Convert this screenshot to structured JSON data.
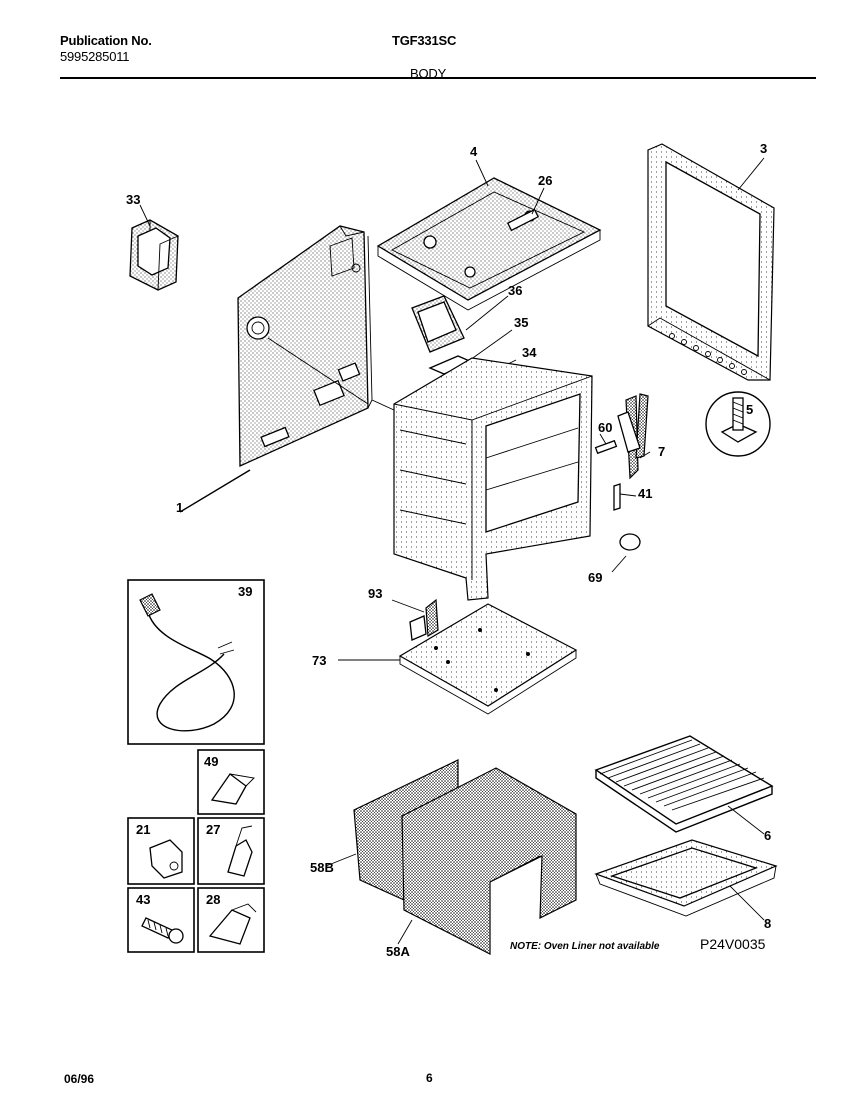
{
  "header": {
    "publication_label": "Publication No.",
    "publication_number": "5995285011",
    "model": "TGF331SC",
    "section": "BODY"
  },
  "parts": {
    "p1": "1",
    "p3": "3",
    "p4": "4",
    "p5": "5",
    "p6": "6",
    "p7": "7",
    "p8": "8",
    "p21": "21",
    "p26": "26",
    "p27": "27",
    "p28": "28",
    "p33": "33",
    "p34": "34",
    "p35": "35",
    "p36": "36",
    "p39": "39",
    "p41": "41",
    "p43": "43",
    "p49": "49",
    "p58a": "58A",
    "p58b": "58B",
    "p60": "60",
    "p69": "69",
    "p73": "73",
    "p93": "93"
  },
  "note": "NOTE: Oven Liner not available",
  "diagram_code": "P24V0035",
  "footer": {
    "date": "06/96",
    "page": "6"
  }
}
